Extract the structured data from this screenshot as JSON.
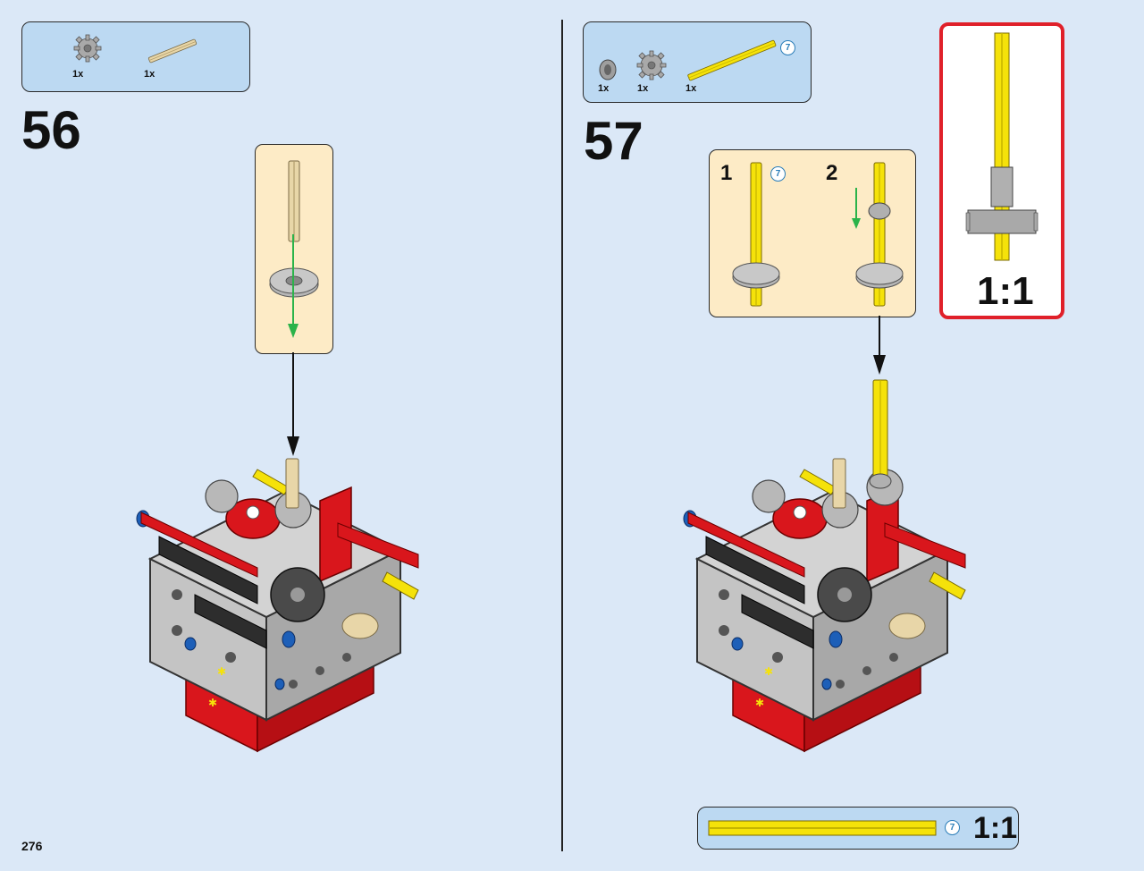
{
  "page_number": "276",
  "steps": [
    {
      "number": "56",
      "parts": [
        {
          "name": "gear-16-tooth",
          "qty": "1x"
        },
        {
          "name": "axle-tan",
          "qty": "1x"
        }
      ]
    },
    {
      "number": "57",
      "parts": [
        {
          "name": "bush",
          "qty": "1x"
        },
        {
          "name": "gear-16-tooth",
          "qty": "1x"
        },
        {
          "name": "axle-yellow",
          "qty": "1x",
          "length": "7"
        }
      ],
      "substeps": [
        {
          "number": "1",
          "length": "7"
        },
        {
          "number": "2"
        }
      ],
      "scale_label": "1:1",
      "ruler": {
        "length": "7",
        "scale_label": "1:1"
      }
    }
  ],
  "colors": {
    "background": "#dbe8f7",
    "parts_box": "#bcd9f2",
    "substep_box": "#fdebc6",
    "scale_border": "#e0202a",
    "axle_yellow": "#f5e20a",
    "axle_tan": "#e8d6a8",
    "brick_red": "#d9161c",
    "gear_gray": "#a9a9a9"
  }
}
